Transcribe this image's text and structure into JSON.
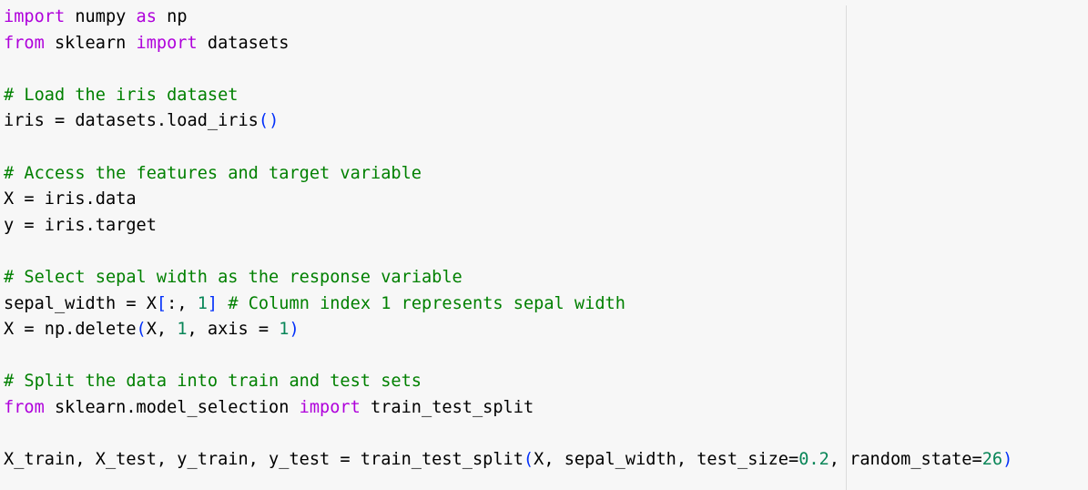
{
  "colors": {
    "background": "#f7f7f7",
    "keyword": "#af00db",
    "comment": "#008000",
    "number": "#098658",
    "bracket": "#0431fa",
    "text": "#000000",
    "ruler": "#dcdcdc"
  },
  "code": {
    "lines": [
      [
        {
          "t": "import",
          "k": "kw"
        },
        {
          "t": " numpy "
        },
        {
          "t": "as",
          "k": "kw"
        },
        {
          "t": " np"
        }
      ],
      [
        {
          "t": "from",
          "k": "kw"
        },
        {
          "t": " sklearn "
        },
        {
          "t": "import",
          "k": "kw"
        },
        {
          "t": " datasets"
        }
      ],
      [],
      [
        {
          "t": "# Load the iris dataset",
          "k": "cm"
        }
      ],
      [
        {
          "t": "iris = datasets.load_iris"
        },
        {
          "t": "()",
          "k": "br"
        }
      ],
      [],
      [
        {
          "t": "# Access the features and target variable",
          "k": "cm"
        }
      ],
      [
        {
          "t": "X = iris.data"
        }
      ],
      [
        {
          "t": "y = iris.target"
        }
      ],
      [],
      [
        {
          "t": "# Select sepal width as the response variable",
          "k": "cm"
        }
      ],
      [
        {
          "t": "sepal_width = X"
        },
        {
          "t": "[",
          "k": "br"
        },
        {
          "t": ":, "
        },
        {
          "t": "1",
          "k": "num"
        },
        {
          "t": "]",
          "k": "br"
        },
        {
          "t": " "
        },
        {
          "t": "# Column index 1 represents sepal width",
          "k": "cm"
        }
      ],
      [
        {
          "t": "X = np.delete"
        },
        {
          "t": "(",
          "k": "br"
        },
        {
          "t": "X, "
        },
        {
          "t": "1",
          "k": "num"
        },
        {
          "t": ", axis = "
        },
        {
          "t": "1",
          "k": "num"
        },
        {
          "t": ")",
          "k": "br"
        }
      ],
      [],
      [
        {
          "t": "# Split the data into train and test sets",
          "k": "cm"
        }
      ],
      [
        {
          "t": "from",
          "k": "kw"
        },
        {
          "t": " sklearn.model_selection "
        },
        {
          "t": "import",
          "k": "kw"
        },
        {
          "t": " train_test_split"
        }
      ],
      [],
      [
        {
          "t": "X_train, X_test, y_train, y_test = train_test_split"
        },
        {
          "t": "(",
          "k": "br"
        },
        {
          "t": "X, sepal_width, test_size="
        },
        {
          "t": "0.2",
          "k": "num"
        },
        {
          "t": ", random_state="
        },
        {
          "t": "26",
          "k": "num"
        },
        {
          "t": ")",
          "k": "br"
        }
      ]
    ]
  }
}
